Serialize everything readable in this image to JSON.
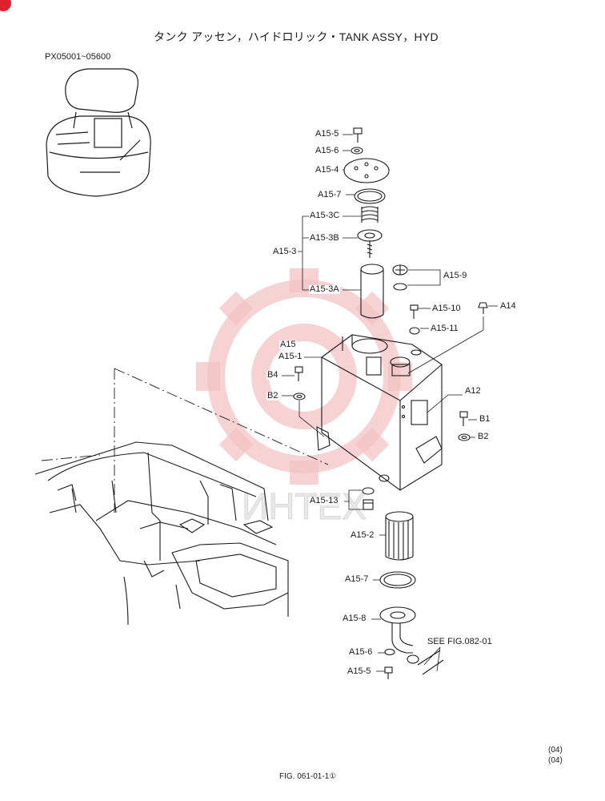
{
  "title": "タンク アッセン，ハイドロリック・TANK ASSY，HYD",
  "serial_range": "PX05001~05600",
  "watermark_text": "ИНТЕХ",
  "footer": {
    "code_1": "(04)",
    "code_2": "(04)",
    "figure_ref": "FIG. 061-01-1①"
  },
  "colors": {
    "ink": "#1a1a1a",
    "watermark": "#f3c4c4",
    "corner_mark": "#e0202a"
  },
  "labels": {
    "a15_5_top": "A15-5",
    "a15_6_top": "A15-6",
    "a15_4": "A15-4",
    "a15_7_top": "A15-7",
    "a15_3c": "A15-3C",
    "a15_3b": "A15-3B",
    "a15_3": "A15-3",
    "a15_3a": "A15-3A",
    "a15_9": "A15-9",
    "a15_10": "A15-10",
    "a14": "A14",
    "a15_11": "A15-11",
    "a15": "A15",
    "a15_1": "A15-1",
    "b4": "B4",
    "b2_left": "B2",
    "a12": "A12",
    "b1": "B1",
    "b2_right": "B2",
    "a15_13": "A15-13",
    "a15_2": "A15-2",
    "a15_7_bottom": "A15-7",
    "a15_8": "A15-8",
    "see_fig": "SEE FIG.082-01",
    "a15_6_bottom": "A15-6",
    "a15_5_bottom": "A15-5"
  }
}
